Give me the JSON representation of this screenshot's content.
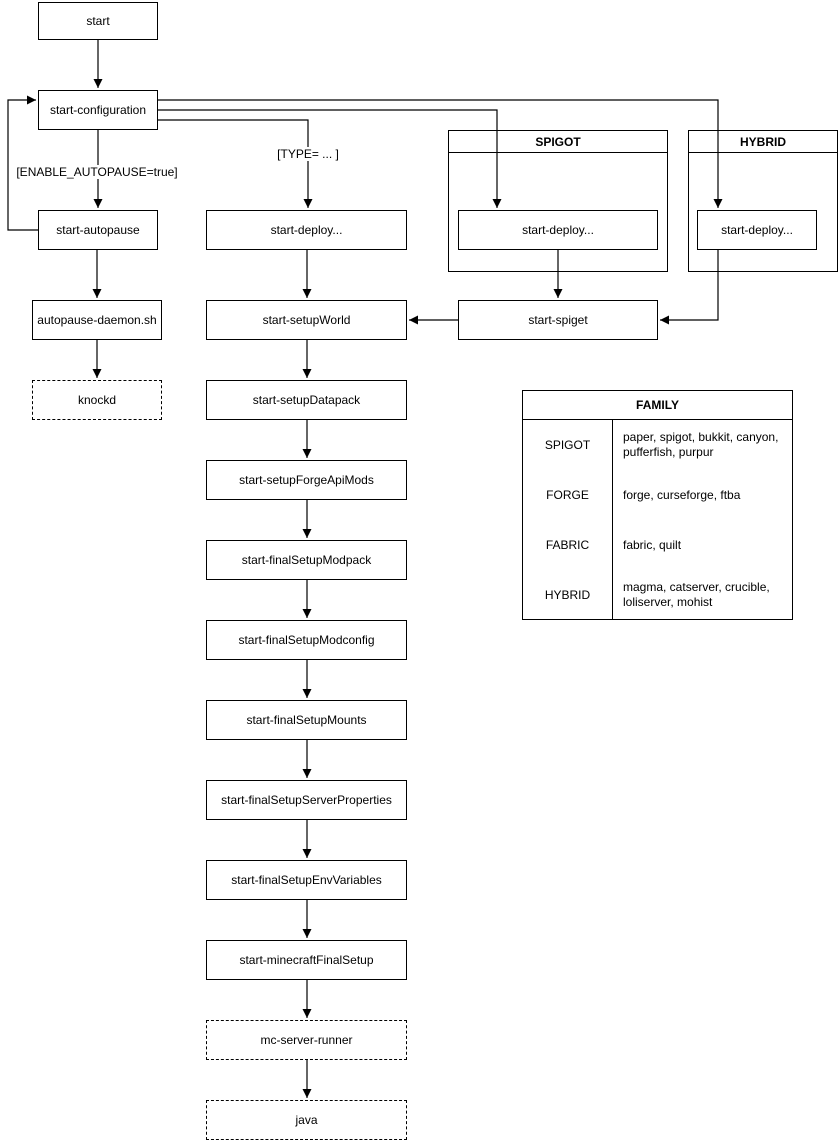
{
  "diagram": {
    "background": "#ffffff",
    "line_color": "#000000",
    "nodes": {
      "start": "start",
      "configuration": "start-configuration",
      "autopause": "start-autopause",
      "autopause_daemon": "autopause-daemon.sh",
      "knockd": "knockd",
      "deploy": "start-deploy...",
      "setup_world": "start-setupWorld",
      "setup_datapack": "start-setupDatapack",
      "setup_forge_api_mods": "start-setupForgeApiMods",
      "final_setup_modpack": "start-finalSetupModpack",
      "final_setup_modconfig": "start-finalSetupModconfig",
      "final_setup_mounts": "start-finalSetupMounts",
      "final_setup_server_properties": "start-finalSetupServerProperties",
      "final_setup_env_variables": "start-finalSetupEnvVariables",
      "minecraft_final_setup": "start-minecraftFinalSetup",
      "mc_server_runner": "mc-server-runner",
      "java": "java",
      "spiget": "start-spiget",
      "spigot_deploy": "start-deploy...",
      "hybrid_deploy": "start-deploy..."
    },
    "groups": {
      "spigot": {
        "title": "SPIGOT"
      },
      "hybrid": {
        "title": "HYBRID"
      }
    },
    "edge_labels": {
      "enable_autopause": "[ENABLE_AUTOPAUSE=true]",
      "type": "[TYPE= ... ]"
    },
    "edges": [
      "start -> start-configuration",
      "start-configuration -> start-autopause [ENABLE_AUTOPAUSE=true]",
      "start-autopause -> start-configuration",
      "start-autopause -> autopause-daemon.sh",
      "autopause-daemon.sh -> knockd",
      "start-configuration -> start-deploy... [TYPE= ... ]",
      "start-configuration -> SPIGOT/start-deploy...",
      "start-configuration -> HYBRID/start-deploy...",
      "start-deploy... -> start-setupWorld",
      "SPIGOT/start-deploy... -> start-spiget",
      "HYBRID/start-deploy... -> start-spiget",
      "start-spiget -> start-setupWorld",
      "start-setupWorld -> start-setupDatapack",
      "start-setupDatapack -> start-setupForgeApiMods",
      "start-setupForgeApiMods -> start-finalSetupModpack",
      "start-finalSetupModpack -> start-finalSetupModconfig",
      "start-finalSetupModconfig -> start-finalSetupMounts",
      "start-finalSetupMounts -> start-finalSetupServerProperties",
      "start-finalSetupServerProperties -> start-finalSetupEnvVariables",
      "start-finalSetupEnvVariables -> start-minecraftFinalSetup",
      "start-minecraftFinalSetup -> mc-server-runner",
      "mc-server-runner -> java"
    ]
  },
  "family_table": {
    "title": "FAMILY",
    "rows": [
      {
        "family": "SPIGOT",
        "servers": "paper, spigot, bukkit, canyon, pufferfish, purpur"
      },
      {
        "family": "FORGE",
        "servers": "forge, curseforge, ftba"
      },
      {
        "family": "FABRIC",
        "servers": "fabric, quilt"
      },
      {
        "family": "HYBRID",
        "servers": "magma, catserver, crucible, loliserver, mohist"
      }
    ]
  }
}
